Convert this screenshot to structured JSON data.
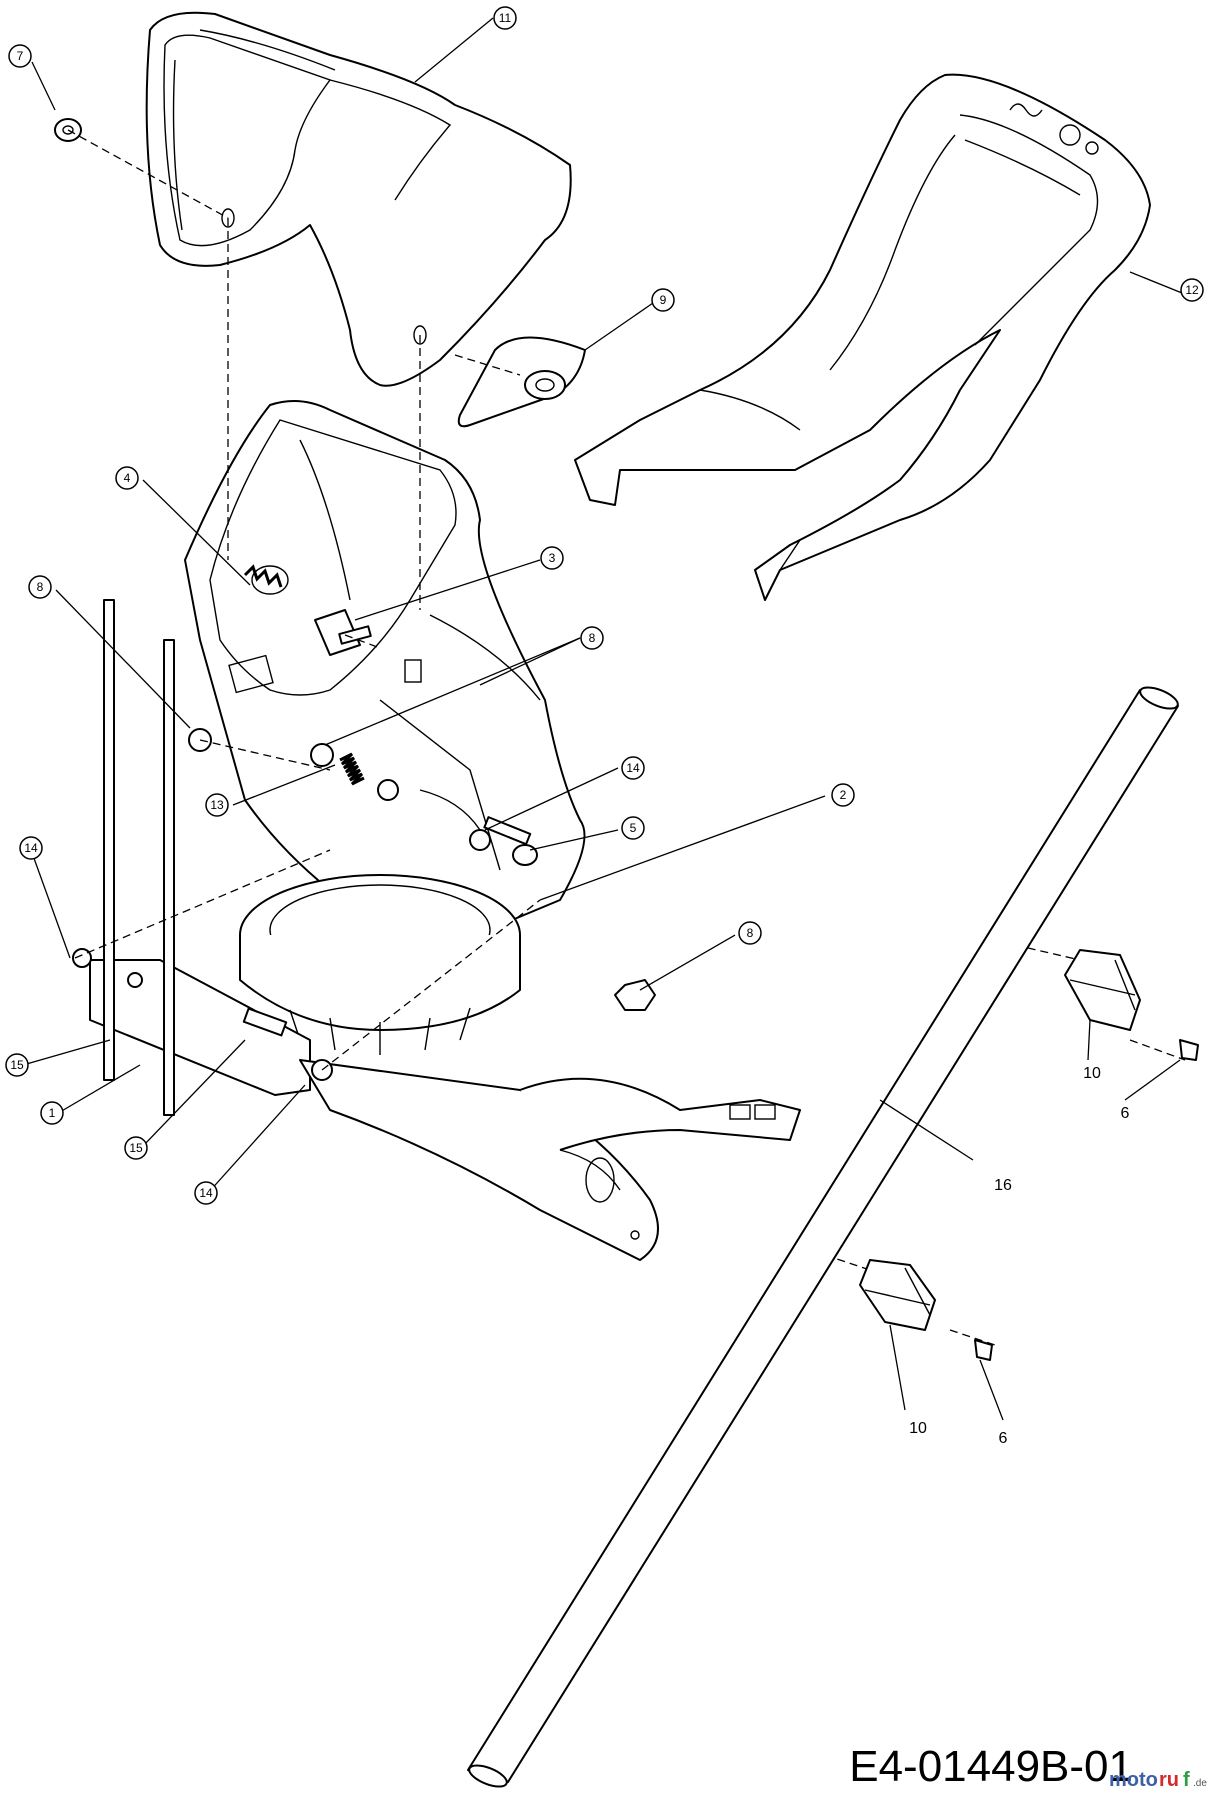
{
  "drawing_number": "E4-01449B-01",
  "watermark": {
    "text": "motoruf.de",
    "colors": [
      "#3b5fa8",
      "#d22b2b",
      "#2e9e44"
    ]
  },
  "callouts": {
    "c1": "1",
    "c2": "2",
    "c3": "3",
    "c4": "4",
    "c5": "5",
    "c7": "7",
    "c8a": "8",
    "c8b": "8",
    "c8c": "8",
    "c9": "9",
    "c11": "11",
    "c12": "12",
    "c13": "13",
    "c14a": "14",
    "c14b": "14",
    "c14c": "14",
    "c15a": "15",
    "c15b": "15"
  },
  "plain_labels": {
    "p10a": "10",
    "p6a": "6",
    "p16": "16",
    "p10b": "10",
    "p6b": "6"
  }
}
